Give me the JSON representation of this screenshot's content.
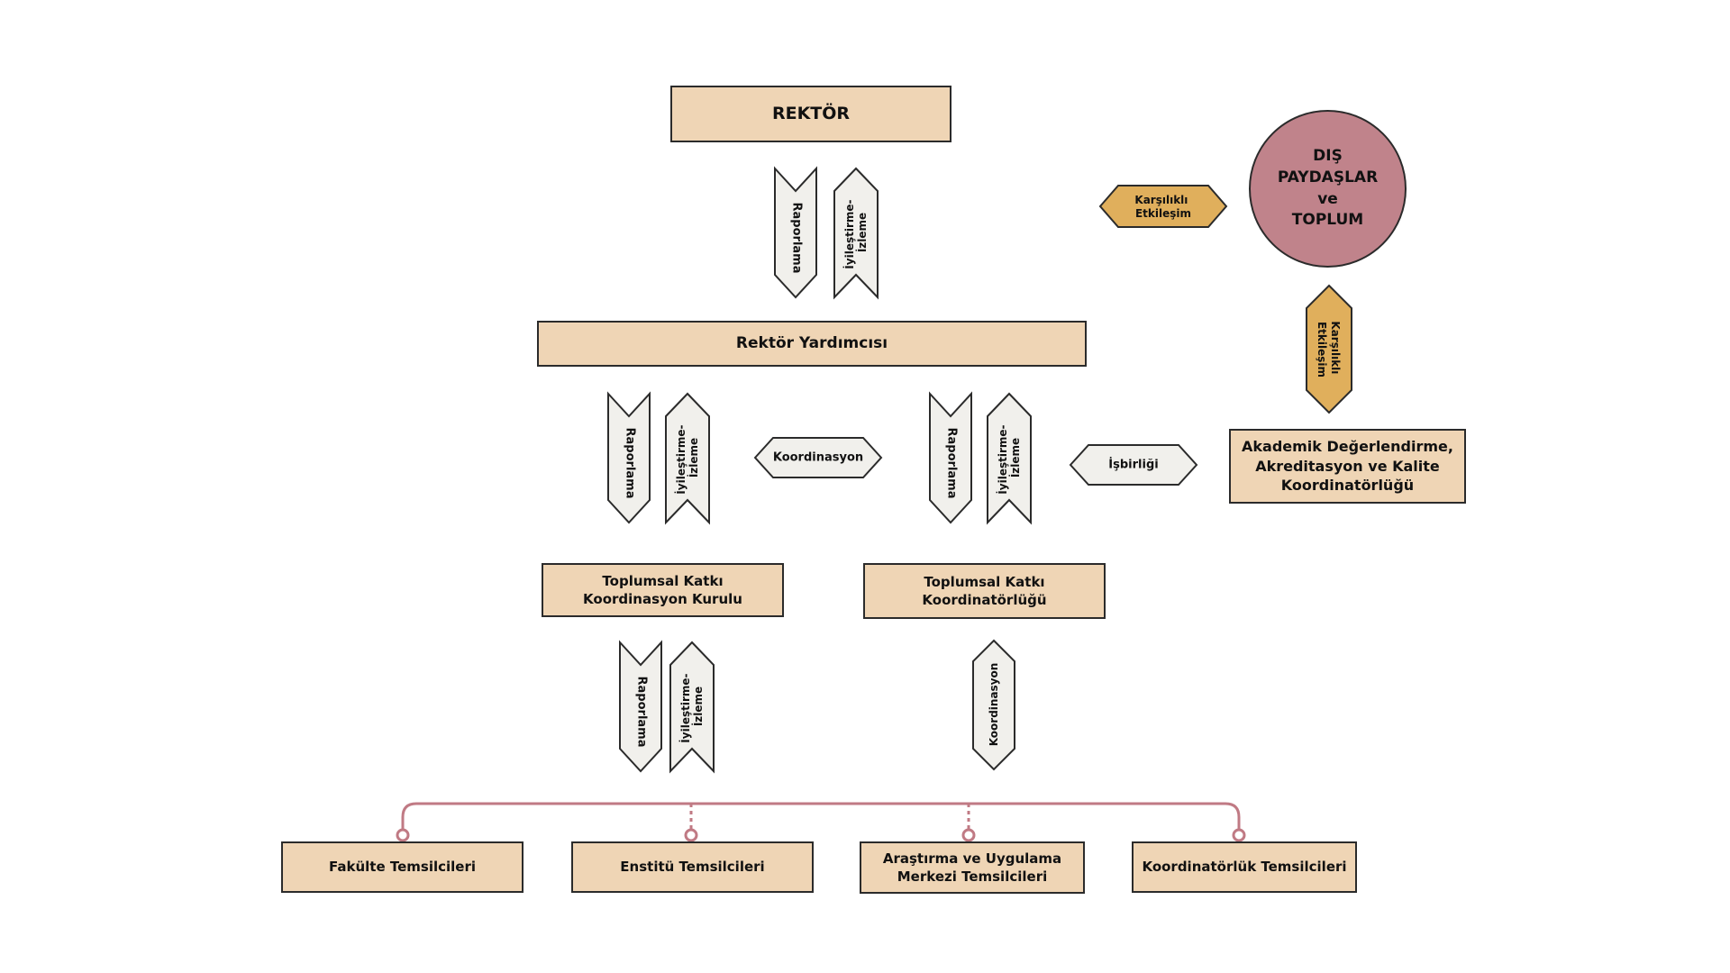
{
  "colors": {
    "box_fill": "#efd5b5",
    "arrow_fill": "#f1f0ec",
    "hex_gold": "#e0af5c",
    "circle_fill": "#c0838b",
    "connector": "#c07a84",
    "stroke": "#2b2b2b"
  },
  "nodes": {
    "rektor": "REKTÖR",
    "rektor_yardimcisi": "Rektör Yardımcısı",
    "dis_paydaslar": [
      "DIŞ",
      "PAYDAŞLAR",
      "ve",
      "TOPLUM"
    ],
    "akademik": [
      "Akademik Değerlendirme,",
      "Akreditasyon ve Kalite",
      "Koordinatörlüğü"
    ],
    "kurul": [
      "Toplumsal Katkı",
      "Koordinasyon Kurulu"
    ],
    "koordinatorlugu": [
      "Toplumsal Katkı",
      "Koordinatörlüğü"
    ],
    "fakulte": "Fakülte Temsilcileri",
    "enstitu": "Enstitü Temsilcileri",
    "arastirma": [
      "Araştırma ve Uygulama",
      "Merkezi Temsilcileri"
    ],
    "koordinatorluk": "Koordinatörlük Temsilcileri"
  },
  "labels": {
    "raporlama": "Raporlama",
    "iyilestirme": [
      "İyileştirme-",
      "İzleme"
    ],
    "karsilikli": [
      "Karşılıklı",
      "Etkileşim"
    ],
    "koordinasyon": "Koordinasyon",
    "isbirligi": "İşbirliği"
  }
}
